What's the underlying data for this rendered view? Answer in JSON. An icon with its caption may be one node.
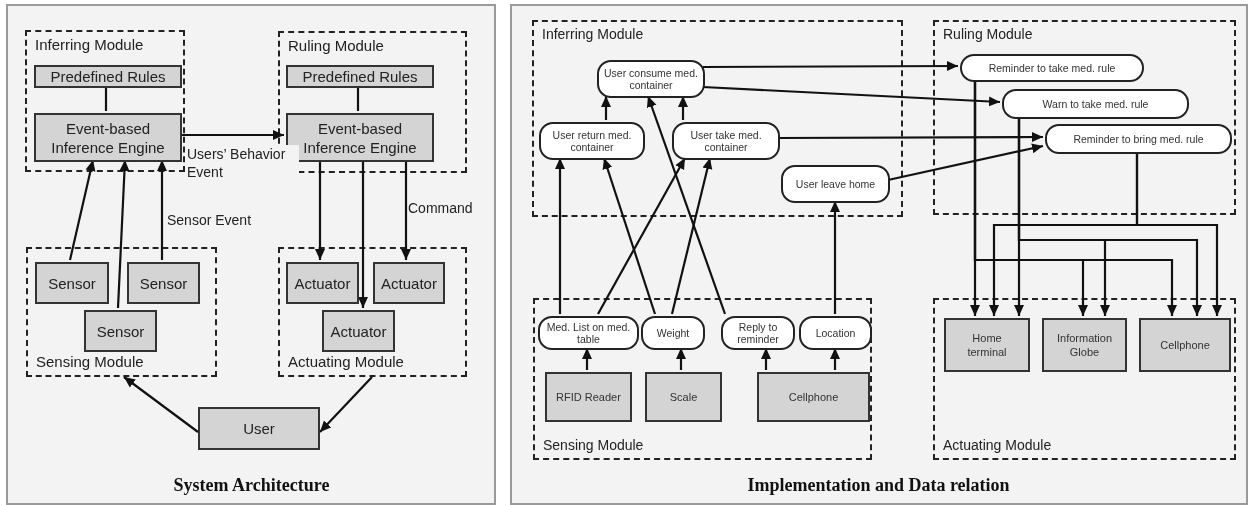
{
  "diagram": {
    "nodes": [
      {
        "text": [
          "Inferring Module"
        ]
      },
      {
        "text": [
          "Predefined Rules"
        ],
        "in": 0
      },
      {
        "text": [
          "Event-based Inference Engine"
        ],
        "in": 0
      },
      {
        "text": [
          "Ruling Module"
        ]
      },
      {
        "text": [
          "Predefined Rules"
        ],
        "in": 3
      },
      {
        "text": [
          "Event-based Inference Engine"
        ],
        "in": 3
      },
      {
        "text": [
          "Sensing Module"
        ]
      },
      {
        "text": [
          "Sensor"
        ],
        "in": 6
      },
      {
        "text": [
          "Sensor"
        ],
        "in": 6
      },
      {
        "text": [
          "Sensor"
        ],
        "in": 6
      },
      {
        "text": [
          "Actuating Module"
        ]
      },
      {
        "text": [
          "Actuator"
        ],
        "in": 10
      },
      {
        "text": [
          "Actuator"
        ],
        "in": 10
      },
      {
        "text": [
          "Actuator"
        ],
        "in": 10
      },
      {
        "text": [
          "User"
        ]
      },
      {
        "text": [
          "Inferring Module"
        ]
      },
      {
        "text": [
          "User consume med. container"
        ],
        "in": 15
      },
      {
        "text": [
          "User return med. container"
        ],
        "in": 15
      },
      {
        "text": [
          "User take med. container"
        ],
        "in": 15
      },
      {
        "text": [
          "User leave home"
        ],
        "in": 15
      },
      {
        "text": [
          "Ruling Module"
        ]
      },
      {
        "text": [
          "Reminder to take med. rule"
        ],
        "in": 20
      },
      {
        "text": [
          "Warn to take med. rule"
        ],
        "in": 20
      },
      {
        "text": [
          "Reminder to bring med. rule"
        ],
        "in": 20
      },
      {
        "text": [
          "Sensing Module"
        ]
      },
      {
        "text": [
          "Med. List on med. table"
        ],
        "in": 24
      },
      {
        "text": [
          "Weight"
        ],
        "in": 24
      },
      {
        "text": [
          "Reply to reminder"
        ],
        "in": 24
      },
      {
        "text": [
          "Location"
        ],
        "in": 24
      },
      {
        "text": [
          "RFID Reader"
        ],
        "in": 24
      },
      {
        "text": [
          "Scale"
        ],
        "in": 24
      },
      {
        "text": [
          "Cellphone"
        ],
        "in": 24
      },
      {
        "text": [
          "Actuating Module"
        ]
      },
      {
        "text": [
          "Home terminal"
        ],
        "in": 32
      },
      {
        "text": [
          "Information Globe"
        ],
        "in": 32
      },
      {
        "text": [
          "Cellphone"
        ],
        "in": 32
      }
    ],
    "edges": [
      {
        "from": 1,
        "to": 2,
        "arrow": "none"
      },
      {
        "from": 4,
        "to": 5,
        "arrow": "none"
      },
      {
        "from": 2,
        "to": 5,
        "arrow": "to",
        "label": "Users’ Behavior Event"
      },
      {
        "from": 7,
        "to": 2,
        "arrow": "to"
      },
      {
        "from": 9,
        "to": 2,
        "arrow": "to"
      },
      {
        "from": 8,
        "to": 2,
        "arrow": "to",
        "label": "Sensor Event"
      },
      {
        "from": 5,
        "to": 11,
        "arrow": "to"
      },
      {
        "from": 5,
        "to": 13,
        "arrow": "to"
      },
      {
        "from": 5,
        "to": 12,
        "arrow": "to",
        "label": "Command"
      },
      {
        "from": 14,
        "to": 6,
        "arrow": "to"
      },
      {
        "from": 10,
        "to": 14,
        "arrow": "to"
      },
      {
        "from": 17,
        "to": 16,
        "arrow": "to"
      },
      {
        "from": 18,
        "to": 16,
        "arrow": "to"
      },
      {
        "from": 25,
        "to": 17,
        "arrow": "to"
      },
      {
        "from": 26,
        "to": 17,
        "arrow": "to"
      },
      {
        "from": 25,
        "to": 18,
        "arrow": "to"
      },
      {
        "from": 26,
        "to": 18,
        "arrow": "to"
      },
      {
        "from": 27,
        "to": 16,
        "arrow": "to"
      },
      {
        "from": 28,
        "to": 19,
        "arrow": "to"
      },
      {
        "from": 16,
        "to": 21,
        "arrow": "to"
      },
      {
        "from": 16,
        "to": 22,
        "arrow": "to"
      },
      {
        "from": 18,
        "to": 23,
        "arrow": "to"
      },
      {
        "from": 19,
        "to": 23,
        "arrow": "to"
      },
      {
        "from": 29,
        "to": 25,
        "arrow": "to"
      },
      {
        "from": 30,
        "to": 26,
        "arrow": "to"
      },
      {
        "from": 31,
        "to": 27,
        "arrow": "to"
      },
      {
        "from": 31,
        "to": 28,
        "arrow": "to"
      },
      {
        "from": 21,
        "to": 33,
        "arrow": "to"
      },
      {
        "from": 21,
        "to": 34,
        "arrow": "to"
      },
      {
        "from": 21,
        "to": 35,
        "arrow": "to"
      },
      {
        "from": 22,
        "to": 33,
        "arrow": "to"
      },
      {
        "from": 22,
        "to": 34,
        "arrow": "to"
      },
      {
        "from": 22,
        "to": 35,
        "arrow": "to"
      },
      {
        "from": 23,
        "to": 33,
        "arrow": "to"
      },
      {
        "from": 23,
        "to": 35,
        "arrow": "to"
      }
    ],
    "labels": [
      "System Architecture",
      "Implementation and Data relation"
    ]
  }
}
